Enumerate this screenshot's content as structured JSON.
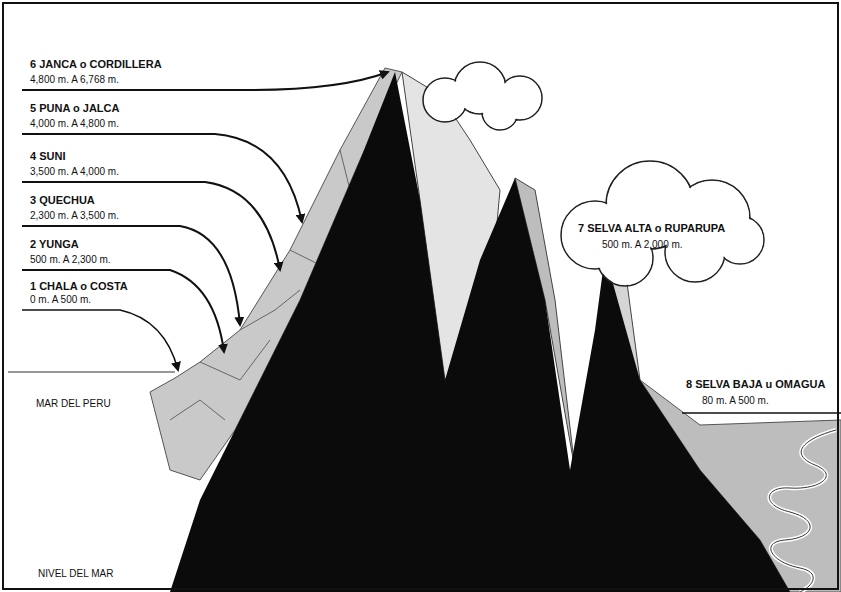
{
  "diagram": {
    "labels": [
      "6 JANCA o CORDILLERA",
      "4,800 m. A 6,768 m.",
      "5 PUNA o JALCA",
      "4,000 m. A 4,800 m.",
      "4 SUNI",
      "3,500 m. A 4,000 m.",
      "3 QUECHUA",
      "2,300 m. A 3,500 m.",
      "2 YUNGA",
      "500 m. A 2,300 m.",
      "1 CHALA o COSTA",
      "0 m. A 500 m.",
      "7 SELVA ALTA o RUPARUPA",
      "500 m. A 2,000 m.",
      "8 SELVA BAJA u OMAGUA",
      "80 m. A 500 m.",
      "MAR DEL PERU",
      "NIVEL DEL MAR"
    ]
  }
}
